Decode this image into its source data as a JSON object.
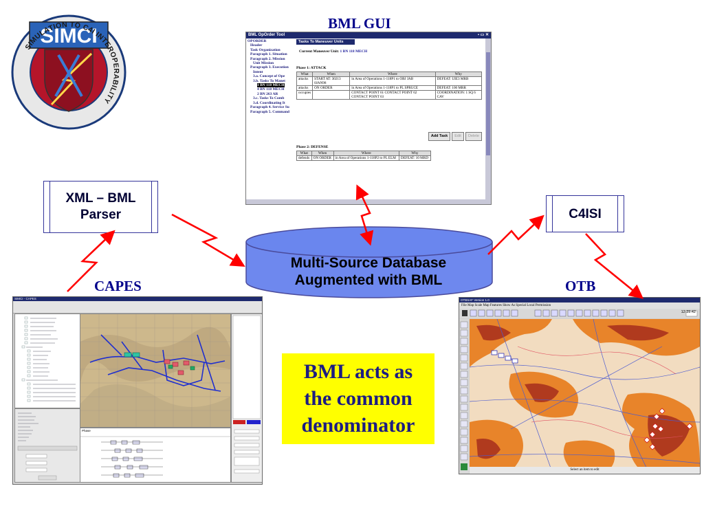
{
  "logo": {
    "name": "SIMCI",
    "ring_text": "SIMULATION TO C4I INTEROPERABILITY"
  },
  "titles": {
    "bml_gui": "BML GUI",
    "capes": "CAPES",
    "otb": "OTB"
  },
  "boxes": {
    "parser_line1": "XML – BML",
    "parser_line2": "Parser",
    "c4isi": "C4ISI"
  },
  "database": {
    "line1": "Multi-Source Database",
    "line2": "Augmented with BML"
  },
  "callout": {
    "line1": "BML acts as",
    "line2": "the common",
    "line3": "denominator"
  },
  "bml_window": {
    "title": "BML OpOrder Tool",
    "tree": [
      "OPORDER",
      "Header",
      "Task Organization",
      "Paragraph 1. Situation",
      "Paragraph 2. Mission",
      "Unit Mission",
      "Paragraph 3. Execution",
      "Intent",
      "3.a. Concept of Ope",
      "3.b. Tasks To Manet",
      "1 BN 118 MECH",
      "4 BN 118 MECH",
      "2 BN 263 AR",
      "3.c. Tasks To Comb",
      "3.d. Coordinating It",
      "Paragraph 4. Service Su",
      "Paragraph 5. Command"
    ],
    "tab": "Tasks To Maneuver Units",
    "unit_label": "Current Maneuver Unit:",
    "unit_value": "1 BN 118 MECH",
    "phase1": "Phase 1: ATTACK",
    "phase2": "Phase 2: DEFENSE",
    "columns": [
      "What",
      "When",
      "Where",
      "Why"
    ],
    "phase1_rows": [
      [
        "attacks",
        "START AT: 30213 0JAN98",
        "in Area of Operations 1-118P1 to OBJ JAB",
        "DEFEAT: UIE3 MRB"
      ],
      [
        "attacks",
        "ON ORDER",
        "in Area of Operations 1-118P1 to PL SPRUCE",
        "DEFEAT: 100 MRR"
      ],
      [
        "occupies",
        "",
        "CONTACT POINT 61 CONTACT POINT 62 CONTACT POINT 63",
        "COORDINATION: 1 SQ 6 CAV"
      ]
    ],
    "phase2_rows": [
      [
        "defends",
        "ON ORDER",
        "in Area of Operations 1-118P2 to PL ELM",
        "DEFEAT: 10 MRD"
      ]
    ],
    "buttons": [
      "Add Task",
      "Edit",
      "Delete"
    ]
  },
  "capes_window": {
    "title": "SIMCI - CAPES",
    "phase_label": "Phase"
  },
  "otb_window": {
    "title": "OTBSAF Version 1.0",
    "menu": "File   Map Scale   Map Features   Show As   Special   Local   Permission",
    "clock": "12:39:42",
    "status": "Select an item to edit"
  },
  "colors": {
    "title_blue": "#00008b",
    "arrow_red": "#ff0000",
    "db_blue": "#6680ee",
    "callout_yellow": "#ffff00"
  }
}
